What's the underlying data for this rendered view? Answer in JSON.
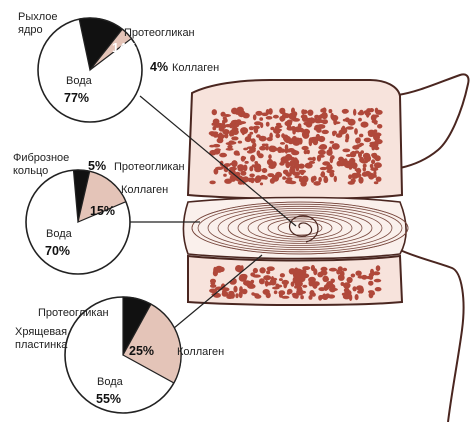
{
  "colors": {
    "bone": "#f7e3dc",
    "pore": "#b0483a",
    "outline": "#4a2620",
    "proteoglycan": "#111111",
    "collagen": "#e4c4b8",
    "water": "#ffffff"
  },
  "chart_data": [
    {
      "type": "pie",
      "structure_label": [
        "Рыхлое",
        "ядро"
      ],
      "slices": [
        {
          "name": "Протеогликан",
          "value": 14,
          "label": "14%"
        },
        {
          "name": "Коллаген",
          "value": 4,
          "label": "4%"
        },
        {
          "name": "Вода",
          "value": 77,
          "label": "77%"
        }
      ]
    },
    {
      "type": "pie",
      "structure_label": [
        "Фиброзное",
        "кольцо"
      ],
      "slices": [
        {
          "name": "Протеогликан",
          "value": 5,
          "label": "5%"
        },
        {
          "name": "Коллаген",
          "value": 15,
          "label": "15%"
        },
        {
          "name": "Вода",
          "value": 70,
          "label": "70%"
        }
      ]
    },
    {
      "type": "pie",
      "structure_label": [
        "Хрящевая",
        "пластинка"
      ],
      "slices": [
        {
          "name": "Протеогликан",
          "value": 8,
          "label": "8%"
        },
        {
          "name": "Коллаген",
          "value": 25,
          "label": "25%"
        },
        {
          "name": "Вода",
          "value": 55,
          "label": "55%"
        }
      ]
    }
  ]
}
